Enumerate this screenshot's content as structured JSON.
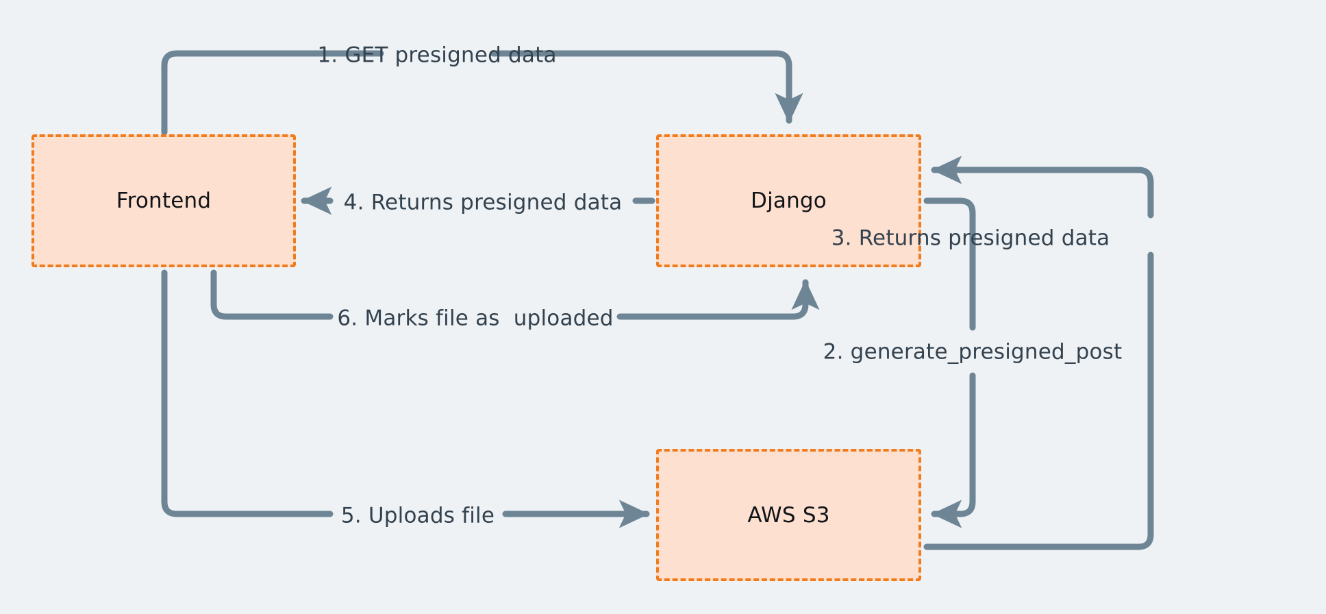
{
  "diagram": {
    "title": "Presigned S3 upload flow",
    "background_color": "#eef2f5",
    "node_fill_color": "#fde0d0",
    "node_border_color": "#f07c1e",
    "edge_color": "#6d8595",
    "label_color": "#33424e",
    "nodes": [
      {
        "id": "frontend",
        "label": "Frontend"
      },
      {
        "id": "django",
        "label": "Django"
      },
      {
        "id": "s3",
        "label": "AWS S3"
      }
    ],
    "edges": [
      {
        "step": "1",
        "label": "1. GET presigned data",
        "from": "frontend",
        "to": "django"
      },
      {
        "step": "2",
        "label": "2. generate_presigned_post",
        "from": "django",
        "to": "s3"
      },
      {
        "step": "3",
        "label": "3. Returns presigned data",
        "from": "s3",
        "to": "django"
      },
      {
        "step": "4",
        "label": "4. Returns presigned data",
        "from": "django",
        "to": "frontend"
      },
      {
        "step": "5",
        "label": "5. Uploads file",
        "from": "frontend",
        "to": "s3"
      },
      {
        "step": "6",
        "label": "6. Marks file as  uploaded",
        "from": "frontend",
        "to": "django"
      }
    ]
  }
}
